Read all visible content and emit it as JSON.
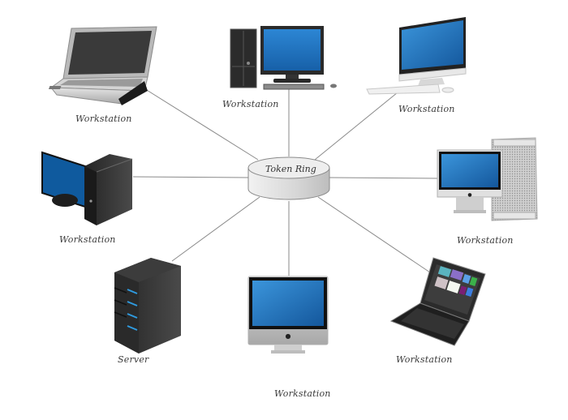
{
  "diagram": {
    "type": "network-topology",
    "topology": "token-ring-star",
    "hub": {
      "label": "Token Ring",
      "icon": "cylinder-hub-icon"
    },
    "nodes": [
      {
        "id": "laptop-silver",
        "label": "Workstation",
        "icon": "laptop-icon"
      },
      {
        "id": "desktop-tower",
        "label": "Workstation",
        "icon": "desktop-tower-monitor-icon"
      },
      {
        "id": "imac-keyboard",
        "label": "Workstation",
        "icon": "imac-keyboard-icon"
      },
      {
        "id": "desktop-side",
        "label": "Workstation",
        "icon": "desktop-side-view-icon"
      },
      {
        "id": "imac-macpro",
        "label": "Workstation",
        "icon": "imac-mac-pro-icon"
      },
      {
        "id": "server",
        "label": "Server",
        "icon": "server-rack-icon"
      },
      {
        "id": "imac-bottom",
        "label": "Workstation",
        "icon": "imac-icon"
      },
      {
        "id": "laptop-black",
        "label": "Workstation",
        "icon": "laptop-black-icon"
      }
    ],
    "edges": [
      [
        "hub",
        "laptop-silver"
      ],
      [
        "hub",
        "desktop-tower"
      ],
      [
        "hub",
        "imac-keyboard"
      ],
      [
        "hub",
        "desktop-side"
      ],
      [
        "hub",
        "imac-macpro"
      ],
      [
        "hub",
        "server"
      ],
      [
        "hub",
        "imac-bottom"
      ],
      [
        "hub",
        "laptop-black"
      ]
    ],
    "colors": {
      "screen_blue": "#1f6fb8",
      "line": "#8a8a8a",
      "device_dark": "#2e2e2e"
    }
  }
}
